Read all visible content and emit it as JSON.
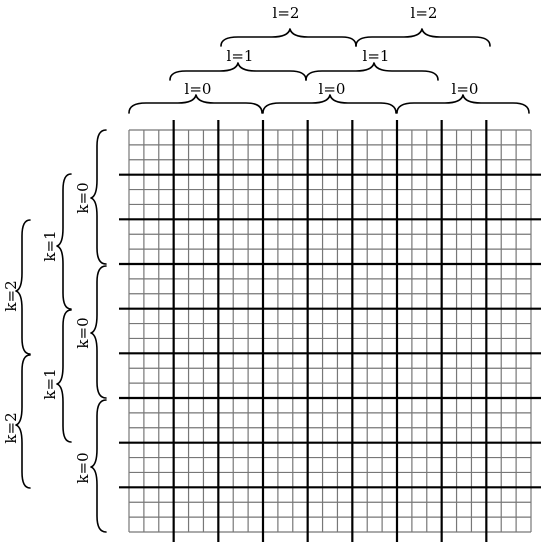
{
  "top_labels": {
    "l0": [
      "l=0",
      "l=0",
      "l=0"
    ],
    "l1": [
      "l=1",
      "l=1"
    ],
    "l2": [
      "l=2",
      "l=2"
    ]
  },
  "left_labels": {
    "k0": [
      "k=0",
      "k=0",
      "k=0"
    ],
    "k1": [
      "k=1",
      "k=1"
    ],
    "k2": [
      "k=2",
      "k=2"
    ]
  },
  "grid": {
    "fine_divisions": 27,
    "coarse_block": 3
  }
}
